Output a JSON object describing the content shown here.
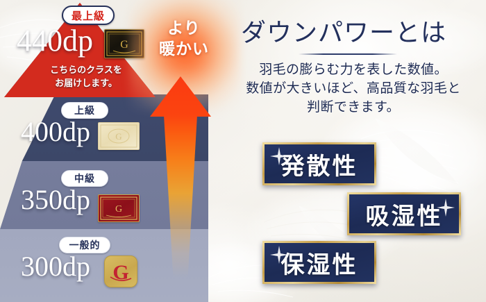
{
  "meta": {
    "headline_color": "#23305c",
    "pyramid_top_color": "#3b4668",
    "accent_red": "#d4231a",
    "arrow_color": "#fb4410",
    "badge_gold": "#d8c073"
  },
  "pyramid": {
    "tiers": [
      {
        "rank_label": "最上級",
        "value": "440dp",
        "note_line1": "こちらのクラスを",
        "note_line2": "お届けします。",
        "label_icon": "black-gold-award-label-icon"
      },
      {
        "rank_label": "上級",
        "value": "400dp",
        "label_icon": "cream-gold-award-label-icon"
      },
      {
        "rank_label": "中級",
        "value": "350dp",
        "label_icon": "red-gold-award-label-icon"
      },
      {
        "rank_label": "一般的",
        "value": "300dp",
        "label_icon": "gold-g-emblem-icon"
      }
    ]
  },
  "arrow": {
    "warmth_line1": "より",
    "warmth_line2": "暖かい",
    "icon": "up-arrow-icon",
    "glow_icon": "heat-glow-icon"
  },
  "info": {
    "title": "ダウンパワーとは",
    "body_line1": "羽毛の膨らむ力を表した数値。",
    "body_line2": "数値が大きいほど、高品質な羽毛と",
    "body_line3": "判断できます。"
  },
  "features": [
    {
      "label": "発散性",
      "sparkle_icon": "sparkle-icon"
    },
    {
      "label": "吸湿性",
      "sparkle_icon": "sparkle-icon"
    },
    {
      "label": "保湿性",
      "sparkle_icon": "sparkle-icon"
    }
  ]
}
